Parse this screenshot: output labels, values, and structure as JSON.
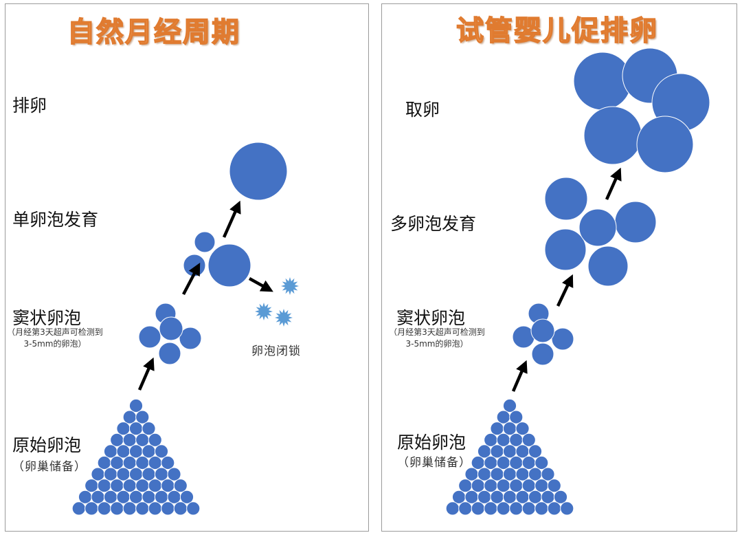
{
  "colors": {
    "follicle": "#4472C4",
    "atretic": "#5B9BD5",
    "title": "#ED7D31",
    "arrow": "#000000"
  },
  "left": {
    "title": "自然月经周期",
    "ovulation": "排卵",
    "single_development": "单卵泡发育",
    "antral": "窦状卵泡",
    "antral_note_1": "（月经第3天超声可检测到",
    "antral_note_2": "3-5mm的卵泡）",
    "primordial": "原始卵泡",
    "reserve": "（卵巢储备）",
    "atresia": "卵泡闭锁"
  },
  "right": {
    "title": "试管婴儿促排卵",
    "retrieval": "取卵",
    "multi_development": "多卵泡发育",
    "antral": "窦状卵泡",
    "antral_note_1": "（月经第3天超声可检测到",
    "antral_note_2": "3-5mm的卵泡）",
    "primordial": "原始卵泡",
    "reserve": "（卵巢储备）"
  }
}
